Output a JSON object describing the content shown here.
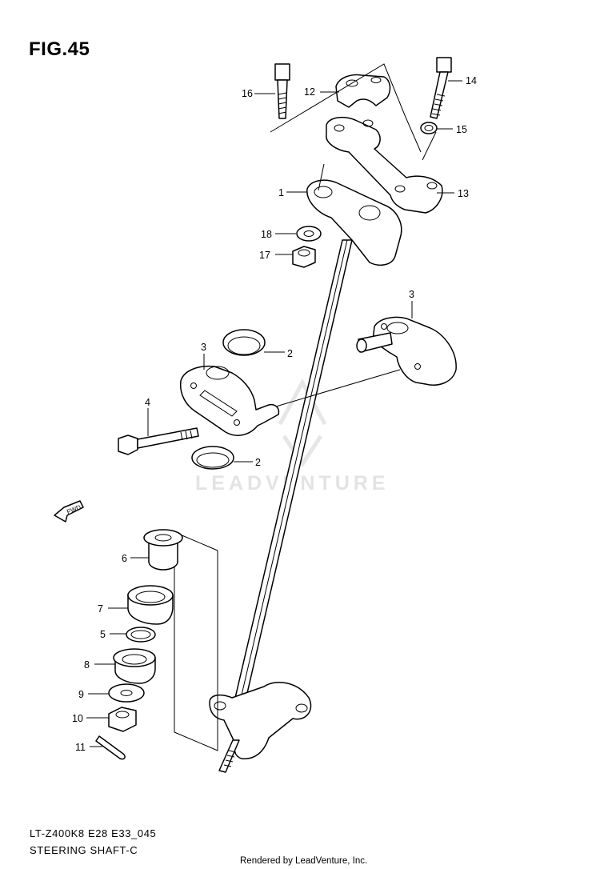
{
  "figure_title": "FIG.45",
  "footer": {
    "model_code": "LT-Z400K8 E28 E33_045",
    "section_name": "STEERING SHAFT-C",
    "render_credit": "Rendered by LeadVenture, Inc."
  },
  "watermark": "LEADVENTURE",
  "fwd_marker": "FWD",
  "callouts": {
    "c1": "1",
    "c2a": "2",
    "c2b": "2",
    "c3a": "3",
    "c3b": "3",
    "c4": "4",
    "c5": "5",
    "c6": "6",
    "c7": "7",
    "c8": "8",
    "c9": "9",
    "c10": "10",
    "c11": "11",
    "c12": "12",
    "c13": "13",
    "c14": "14",
    "c15": "15",
    "c16": "16",
    "c17": "17",
    "c18": "18"
  }
}
